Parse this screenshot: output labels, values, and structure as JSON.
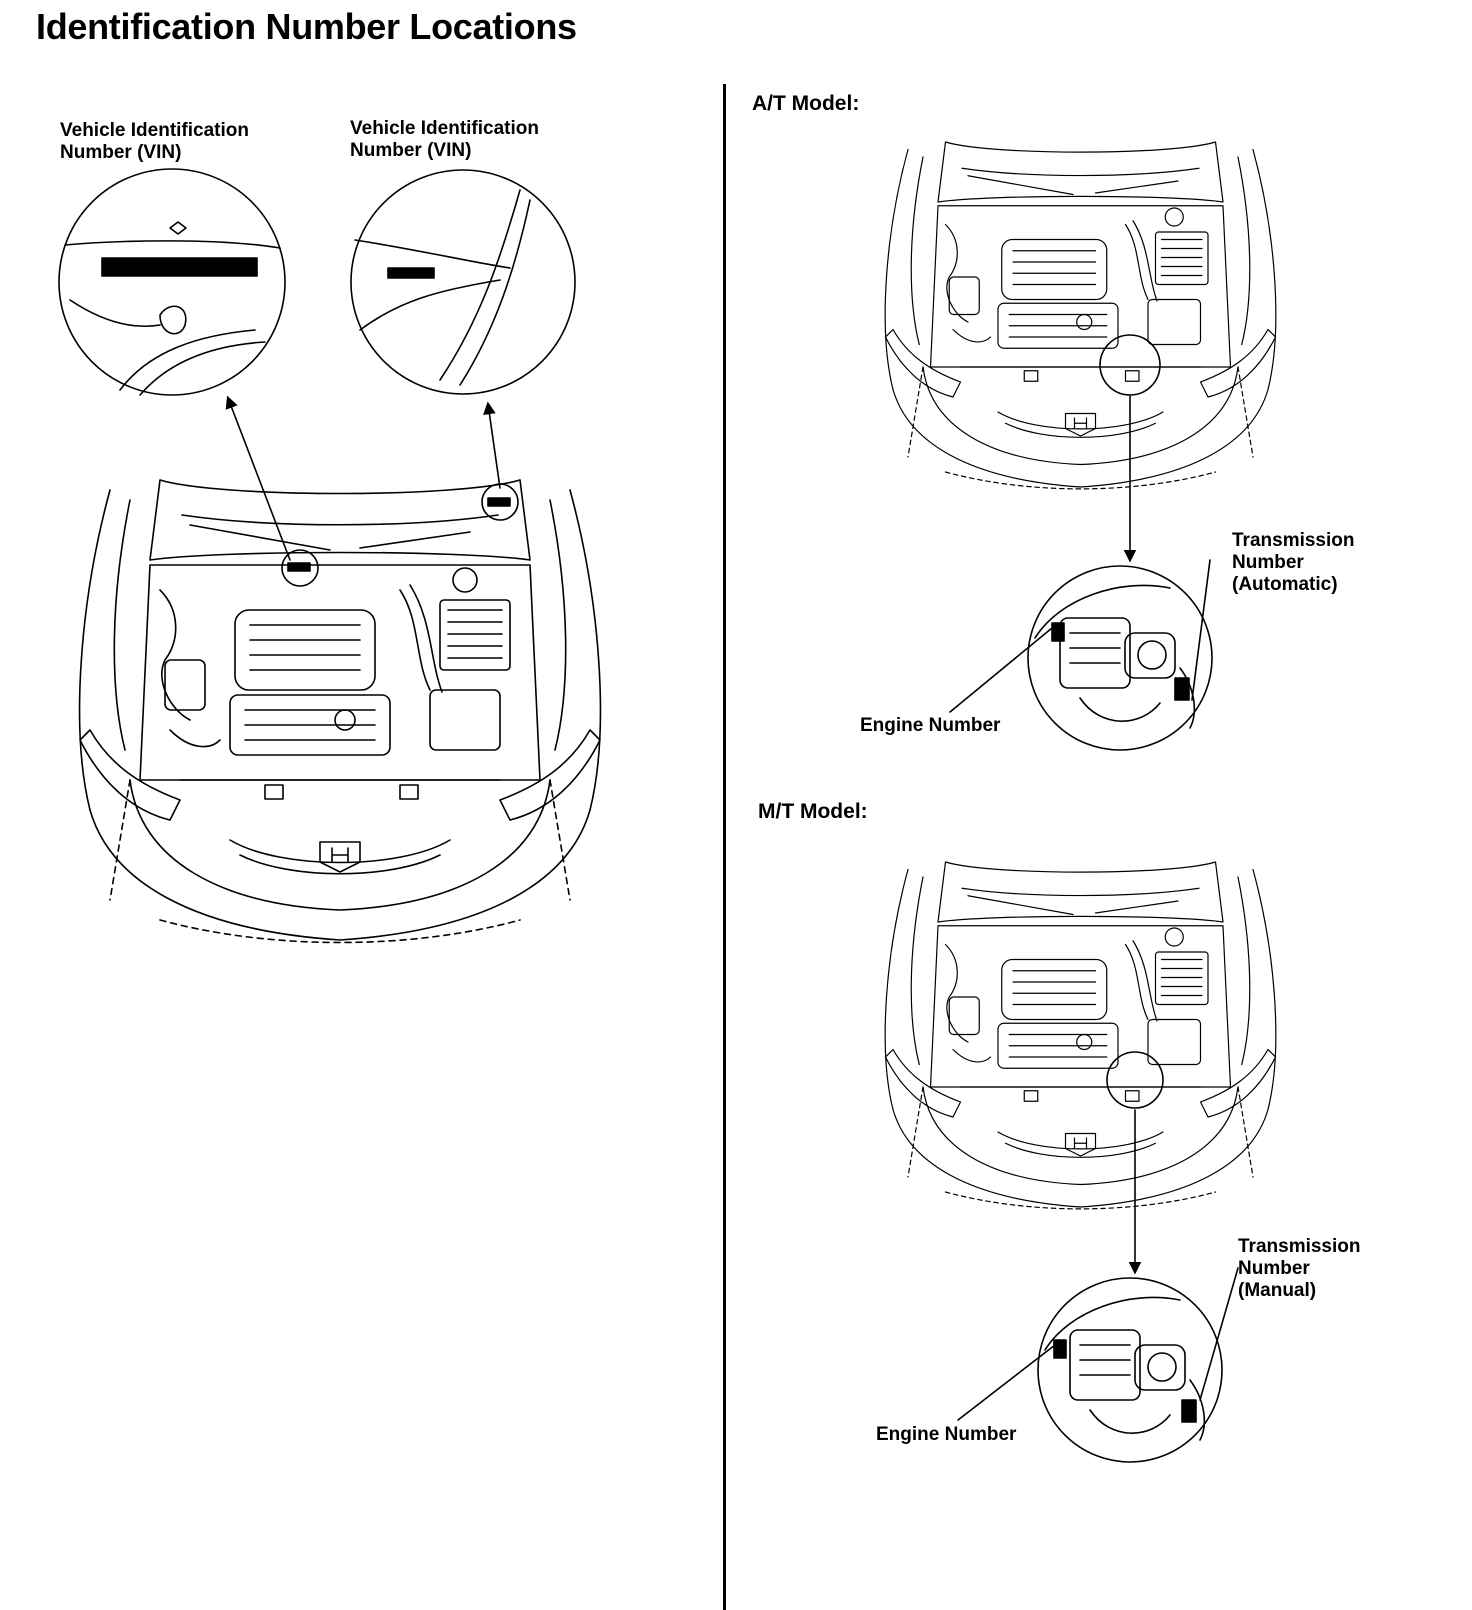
{
  "page": {
    "title": "Identification Number Locations"
  },
  "left_panel": {
    "vin_label_1": [
      "Vehicle Identification",
      "Number (VIN)"
    ],
    "vin_label_2": [
      "Vehicle Identification",
      "Number (VIN)"
    ]
  },
  "at_panel": {
    "heading": "A/T Model:",
    "transmission_label": [
      "Transmission",
      "Number",
      "(Automatic)"
    ],
    "engine_label": "Engine Number"
  },
  "mt_panel": {
    "heading": "M/T Model:",
    "transmission_label": [
      "Transmission",
      "Number",
      "(Manual)"
    ],
    "engine_label": "Engine Number"
  }
}
